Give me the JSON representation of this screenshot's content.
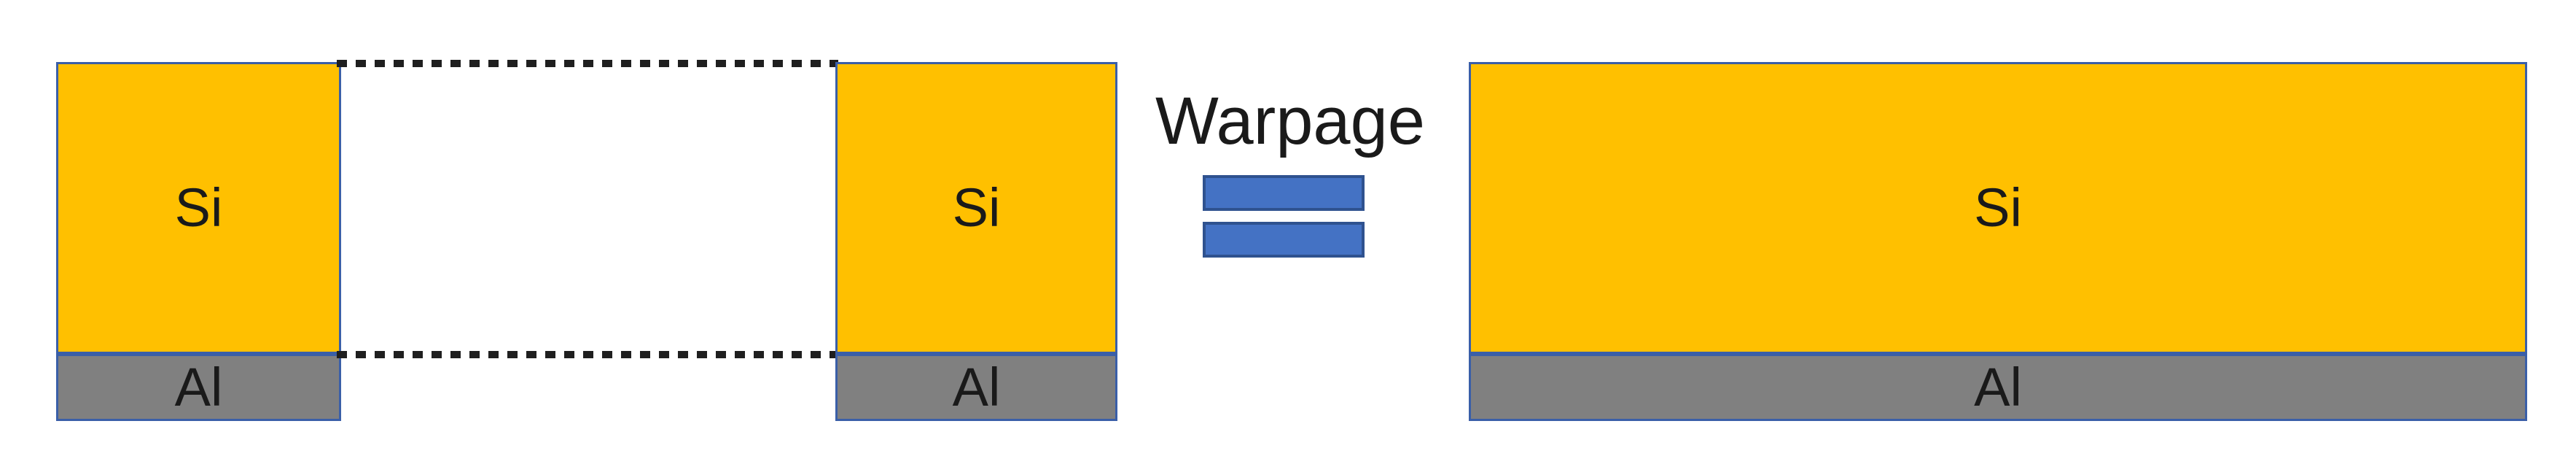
{
  "diagram": {
    "warpage_label": "Warpage",
    "stacks": {
      "left": {
        "si": "Si",
        "al": "Al"
      },
      "middle": {
        "si": "Si",
        "al": "Al"
      },
      "right": {
        "si": "Si",
        "al": "Al"
      }
    },
    "colors": {
      "si_fill": "#FFC000",
      "al_fill": "#808080",
      "block_border": "#3A5FA8",
      "equals_fill": "#4472C4",
      "equals_border": "#2F528F",
      "dash_color": "#1F1F1F",
      "text_color": "#1A1A1A",
      "background": "#FFFFFF"
    }
  }
}
